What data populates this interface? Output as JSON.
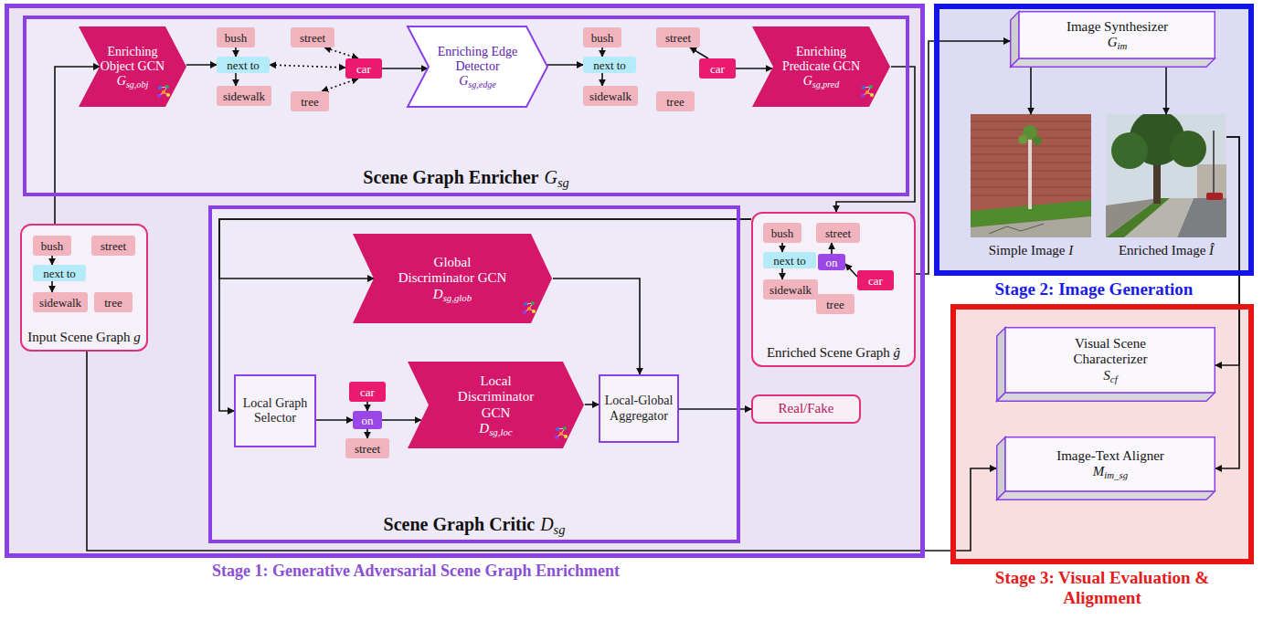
{
  "diagram": {
    "nodes": [
      {
        "text": [
          "Stage 1: Generative Adversarial Scene Graph Enrichment"
        ]
      },
      {
        "text": [
          "Scene Graph Enricher",
          "Gsg"
        ],
        "in": 0
      },
      {
        "text": [
          "Enriching Object GCN",
          "Gsg,obj"
        ],
        "in": 1
      },
      {
        "text": [
          "bush"
        ],
        "in": 1
      },
      {
        "text": [
          "street"
        ],
        "in": 1
      },
      {
        "text": [
          "next to"
        ],
        "in": 1
      },
      {
        "text": [
          "sidewalk"
        ],
        "in": 1
      },
      {
        "text": [
          "tree"
        ],
        "in": 1
      },
      {
        "text": [
          "car"
        ],
        "in": 1
      },
      {
        "text": [
          "Enriching Edge Detector",
          "Gsg,edge"
        ],
        "in": 1
      },
      {
        "text": [
          "bush"
        ],
        "in": 1
      },
      {
        "text": [
          "street"
        ],
        "in": 1
      },
      {
        "text": [
          "next to"
        ],
        "in": 1
      },
      {
        "text": [
          "sidewalk"
        ],
        "in": 1
      },
      {
        "text": [
          "tree"
        ],
        "in": 1
      },
      {
        "text": [
          "car"
        ],
        "in": 1
      },
      {
        "text": [
          "Enriching Predicate GCN",
          "Gsg,pred"
        ],
        "in": 1
      },
      {
        "text": [
          "Input Scene Graph g"
        ],
        "in": 0
      },
      {
        "text": [
          "bush"
        ],
        "in": 17
      },
      {
        "text": [
          "street"
        ],
        "in": 17
      },
      {
        "text": [
          "next to"
        ],
        "in": 17
      },
      {
        "text": [
          "sidewalk"
        ],
        "in": 17
      },
      {
        "text": [
          "tree"
        ],
        "in": 17
      },
      {
        "text": [
          "Scene Graph Critic",
          "Dsg"
        ],
        "in": 0
      },
      {
        "text": [
          "Global Discriminator GCN",
          "Dsg,glob"
        ],
        "in": 23
      },
      {
        "text": [
          "Local Graph Selector"
        ],
        "in": 23
      },
      {
        "text": [
          "car"
        ],
        "in": 23
      },
      {
        "text": [
          "on"
        ],
        "in": 23
      },
      {
        "text": [
          "street"
        ],
        "in": 23
      },
      {
        "text": [
          "Local Discriminator GCN",
          "Dsg,loc"
        ],
        "in": 23
      },
      {
        "text": [
          "Local-Global Aggregator"
        ],
        "in": 23
      },
      {
        "text": [
          "Real/Fake"
        ],
        "in": 0
      },
      {
        "text": [
          "Enriched Scene Graph ĝ"
        ],
        "in": 0
      },
      {
        "text": [
          "bush"
        ],
        "in": 32
      },
      {
        "text": [
          "street"
        ],
        "in": 32
      },
      {
        "text": [
          "next to"
        ],
        "in": 32
      },
      {
        "text": [
          "on"
        ],
        "in": 32
      },
      {
        "text": [
          "car"
        ],
        "in": 32
      },
      {
        "text": [
          "sidewalk"
        ],
        "in": 32
      },
      {
        "text": [
          "tree"
        ],
        "in": 32
      },
      {
        "text": [
          "Stage 2: Image Generation"
        ]
      },
      {
        "text": [
          "Image Synthesizer",
          "Gim"
        ],
        "in": 40
      },
      {
        "text": [
          "Simple Image I"
        ],
        "in": 40
      },
      {
        "text": [
          "Enriched Image Î"
        ],
        "in": 40
      },
      {
        "text": [
          "Stage 3: Visual Evaluation & Alignment"
        ]
      },
      {
        "text": [
          "Visual Scene Characterizer",
          "Scf"
        ],
        "in": 44
      },
      {
        "text": [
          "Image-Text Aligner",
          "Mim_sg"
        ],
        "in": 44
      }
    ],
    "edges": [
      {
        "from": 17,
        "to": 2,
        "arrow": "to"
      },
      {
        "from": 2,
        "to": 5,
        "arrow": "to"
      },
      {
        "from": 3,
        "to": 5,
        "arrow": "to"
      },
      {
        "from": 5,
        "to": 6,
        "arrow": "to"
      },
      {
        "from": 8,
        "to": 4,
        "arrow": "both"
      },
      {
        "from": 8,
        "to": 5,
        "arrow": "both"
      },
      {
        "from": 8,
        "to": 7,
        "arrow": "both"
      },
      {
        "from": 8,
        "to": 9,
        "arrow": "to"
      },
      {
        "from": 9,
        "to": 12,
        "arrow": "to"
      },
      {
        "from": 10,
        "to": 12,
        "arrow": "to"
      },
      {
        "from": 12,
        "to": 13,
        "arrow": "to"
      },
      {
        "from": 15,
        "to": 11,
        "arrow": "to"
      },
      {
        "from": 15,
        "to": 16,
        "arrow": "to"
      },
      {
        "from": 16,
        "to": 32,
        "arrow": "to"
      },
      {
        "from": 18,
        "to": 20,
        "arrow": "to"
      },
      {
        "from": 20,
        "to": 21,
        "arrow": "to"
      },
      {
        "from": 32,
        "to": 24,
        "arrow": "to"
      },
      {
        "from": 32,
        "to": 25,
        "arrow": "to"
      },
      {
        "from": 25,
        "to": 27,
        "arrow": "to"
      },
      {
        "from": 26,
        "to": 27,
        "arrow": "to"
      },
      {
        "from": 27,
        "to": 28,
        "arrow": "to"
      },
      {
        "from": 27,
        "to": 29,
        "arrow": "to"
      },
      {
        "from": 29,
        "to": 30,
        "arrow": "to"
      },
      {
        "from": 24,
        "to": 30,
        "arrow": "to"
      },
      {
        "from": 30,
        "to": 31,
        "arrow": "to"
      },
      {
        "from": 33,
        "to": 35,
        "arrow": "to"
      },
      {
        "from": 35,
        "to": 38,
        "arrow": "to"
      },
      {
        "from": 37,
        "to": 36,
        "arrow": "to"
      },
      {
        "from": 36,
        "to": 34,
        "arrow": "to"
      },
      {
        "from": 32,
        "to": 41,
        "arrow": "to"
      },
      {
        "from": 41,
        "to": 42,
        "arrow": "to"
      },
      {
        "from": 41,
        "to": 43,
        "arrow": "to"
      },
      {
        "from": 43,
        "to": 45,
        "arrow": "to"
      },
      {
        "from": 43,
        "to": 46,
        "arrow": "to"
      },
      {
        "from": 17,
        "to": 46,
        "arrow": "to"
      }
    ]
  }
}
